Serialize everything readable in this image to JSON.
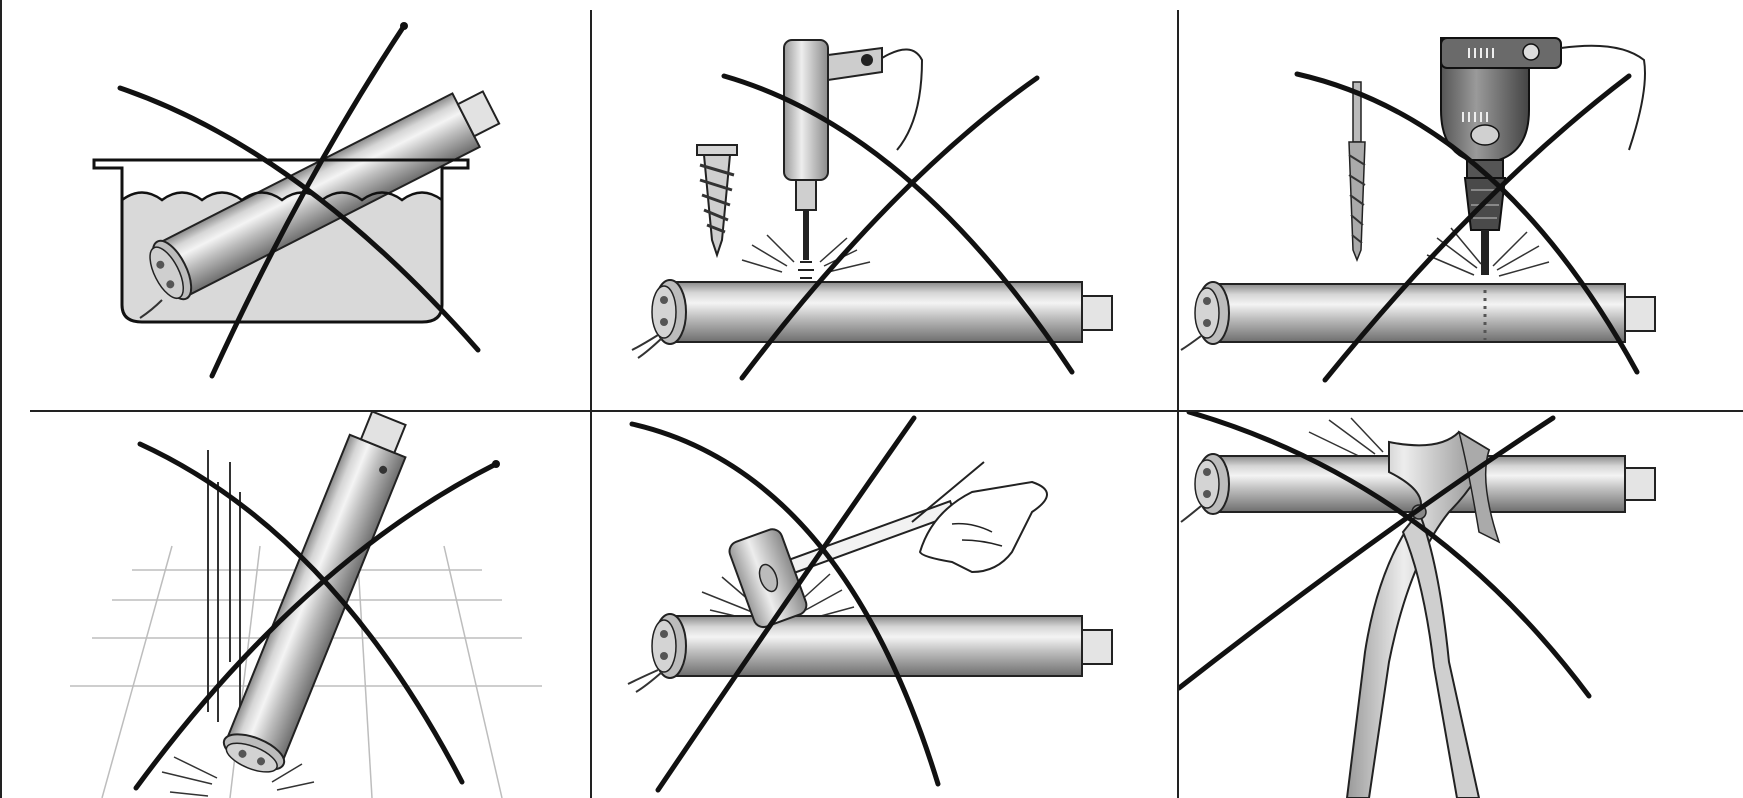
{
  "sheet": {
    "columns": 3,
    "rows": 2,
    "panels": [
      {
        "id": "immersion",
        "icon": "motor-in-water-tank-icon",
        "status": "prohibited"
      },
      {
        "id": "screw-drill",
        "icon": "screwdriver-screwing-into-motor-icon",
        "status": "prohibited"
      },
      {
        "id": "electric-drill",
        "icon": "electric-drill-boring-motor-icon",
        "status": "prohibited"
      },
      {
        "id": "drop",
        "icon": "motor-dropped-on-floor-icon",
        "status": "prohibited"
      },
      {
        "id": "hammer",
        "icon": "hammer-striking-motor-icon",
        "status": "prohibited"
      },
      {
        "id": "pliers",
        "icon": "pliers-squeezing-motor-icon",
        "status": "prohibited"
      }
    ]
  },
  "colors": {
    "line": "#111111",
    "metal_light": "#e8e8e8",
    "metal_mid": "#b9b9b9",
    "metal_dark": "#7d7d7d",
    "water": "#d9d9d9",
    "tile": "#bdbdbd"
  }
}
